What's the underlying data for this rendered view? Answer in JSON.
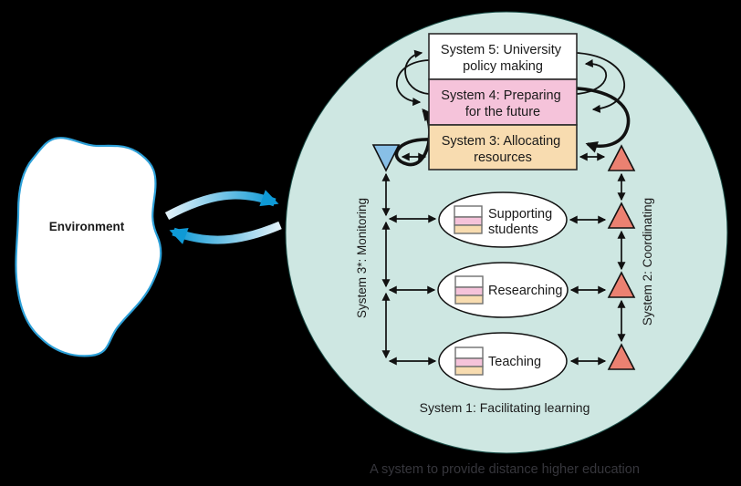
{
  "caption": "A system to provide distance higher education",
  "environment": {
    "label": "Environment"
  },
  "system_boxes": [
    {
      "id": "system5",
      "line1": "System 5: University",
      "line2": "policy making"
    },
    {
      "id": "system4",
      "line1": "System 4: Preparing",
      "line2": "for the future"
    },
    {
      "id": "system3",
      "line1": "System 3: Allocating",
      "line2": "resources"
    }
  ],
  "operations": [
    {
      "id": "supporting-students",
      "line1": "Supporting",
      "line2": "students"
    },
    {
      "id": "researching",
      "line1": "Researching"
    },
    {
      "id": "teaching",
      "line1": "Teaching"
    }
  ],
  "channel_labels": {
    "monitoring": "System 3*: Monitoring",
    "coordinating": "System 2: Coordinating",
    "system1": "System 1: Facilitating learning"
  },
  "colors": {
    "background": "#000000",
    "circle_fill": "#cee7e2",
    "box_s5_fill": "#ffffff",
    "box_s4_fill": "#f5c3da",
    "box_s3_fill": "#f8dcb0",
    "box_stroke": "#2b2b2b",
    "monitor_triangle_fill": "#88bfe6",
    "coordinate_triangle_fill": "#eb8171",
    "cloud_fill": "#ffffff",
    "cloud_stroke": "#2da0d8",
    "exchange_light": "#e2f1f8",
    "exchange_dark": "#0f9ad6",
    "line_color": "#111111",
    "icon_stroke": "#6f6f6f",
    "text_color": "#1a1a1a",
    "caption_color": "#36363c"
  }
}
